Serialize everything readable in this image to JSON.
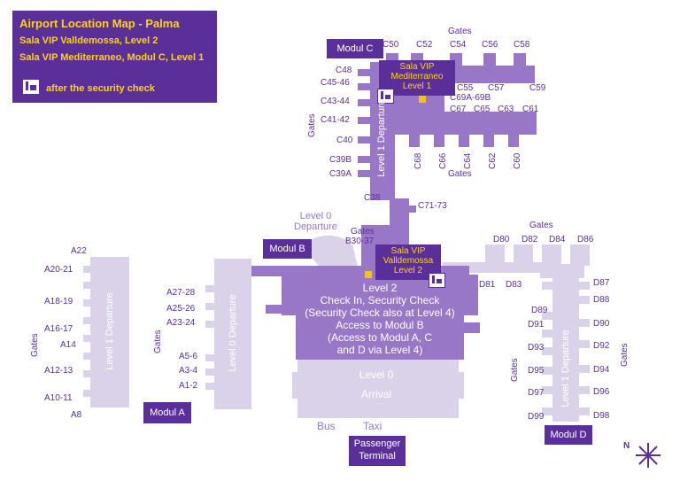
{
  "colors": {
    "purple": "#5b2f99",
    "pier": "#9877c7",
    "light": "#d9d2e9",
    "yellow": "#ffd21a",
    "lounge": "#f2c318"
  },
  "legend": {
    "title": "Airport Location Map - Palma",
    "line1": "Sala VIP Valldemossa, Level 2",
    "line2": "Sala VIP Mediterraneo, Modul C, Level 1",
    "security_note": "after the security check",
    "icon": "security-check-icon"
  },
  "modules": {
    "a": "Modul A",
    "b": "Modul B",
    "c": "Modul C",
    "d": "Modul D"
  },
  "vip": {
    "mediterraneo": [
      "Sala VIP",
      "Mediterraneo",
      "Level 1"
    ],
    "valldemossa": [
      "Sala VIP",
      "Valldemossa",
      "Level 2"
    ]
  },
  "gates_word": "Gates",
  "modul_c": {
    "level": "Level 1",
    "departure": "Departure",
    "top_gates": [
      "C50",
      "C52",
      "C54",
      "C56",
      "C58"
    ],
    "left_gates": [
      "C48",
      "C45-46",
      "C43-44",
      "C41-42",
      "C40",
      "C39B",
      "C39A",
      "C38"
    ],
    "right_gates": [
      "C55",
      "C57",
      "C59",
      "C69A-69B",
      "C67",
      "C65",
      "C63",
      "C61"
    ],
    "bottom_gates": [
      "C68",
      "C66",
      "C64",
      "C62",
      "C60"
    ],
    "c71": "C71-73"
  },
  "modul_b": {
    "level0": "Level 0",
    "departure": "Departure",
    "gates": "Gates",
    "range": "B30-37"
  },
  "modul_a": {
    "level1_gates": [
      "A22",
      "A20-21",
      "A18-19",
      "A16-17",
      "A14",
      "A12-13",
      "A10-11",
      "A8"
    ],
    "level0_gates": [
      "A27-28",
      "A25-26",
      "A23-24",
      "A5-6",
      "A3-4",
      "A1-2"
    ],
    "level1_label": "Level 1  Departure",
    "level0_label": "Level 0  Departure"
  },
  "terminal": {
    "level2": "Level 2",
    "lines": [
      "Check In, Security Check",
      "(Security Check also at Level 4)",
      "Access to Modul B",
      "(Access to Modul A, C",
      "and D via Level 4)"
    ],
    "level0": "Level 0",
    "arrival": "Arrival",
    "bus": "Bus",
    "taxi": "Taxi",
    "passenger_terminal": [
      "Passenger",
      "Terminal"
    ]
  },
  "modul_d": {
    "level_label": "Level 1  Departure",
    "top_gates": [
      "D80",
      "D82",
      "D84",
      "D86"
    ],
    "d81": "D81",
    "d83": "D83",
    "left_gates": [
      "D89",
      "D91",
      "D93",
      "D95",
      "D97",
      "D99"
    ],
    "right_gates": [
      "D87",
      "D88",
      "D90",
      "D92",
      "D94",
      "D96",
      "D98"
    ]
  },
  "compass": "N"
}
